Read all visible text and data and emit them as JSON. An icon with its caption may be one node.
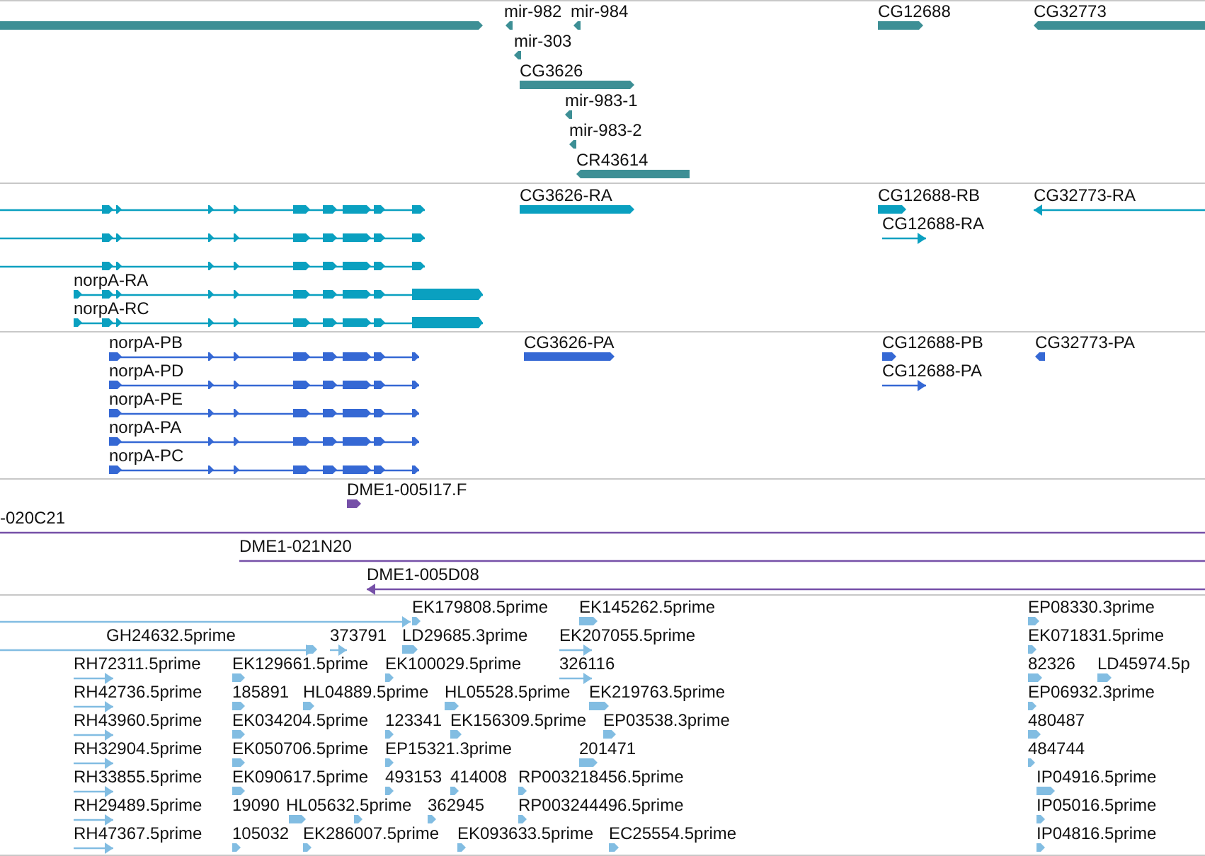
{
  "diagram": {
    "labels": [
      "mir-982",
      "mir-984",
      "CG12688",
      "CG32773",
      "mir-303",
      "CG3626",
      "mir-983-1",
      "mir-983-2",
      "CR43614",
      "CG3626-RA",
      "CG12688-RB",
      "CG32773-RA",
      "CG12688-RA",
      "norpA-RA",
      "norpA-RC",
      "norpA-PB",
      "CG3626-PA",
      "CG12688-PB",
      "CG32773-PA",
      "norpA-PD",
      "CG12688-PA",
      "norpA-PE",
      "norpA-PA",
      "norpA-PC",
      "DME1-005I17.F",
      "-020C21",
      "DME1-021N20",
      "DME1-005D08",
      "EK179808.5prime",
      "EK145262.5prime",
      "EP08330.3prime",
      "GH24632.5prime",
      "373791",
      "LD29685.3prime",
      "EK207055.5prime",
      "EK071831.5prime",
      "RH72311.5prime",
      "EK129661.5prime",
      "EK100029.5prime",
      "326116",
      "82326",
      "LD45974.5p",
      "RH42736.5prime",
      "185891",
      "HL04889.5prime",
      "HL05528.5prime",
      "EK219763.5prime",
      "EP06932.3prime",
      "RH43960.5prime",
      "EK034204.5prime",
      "123341",
      "EK156309.5prime",
      "EP03538.3prime",
      "480487",
      "RH32904.5prime",
      "EK050706.5prime",
      "EP15321.3prime",
      "201471",
      "484744",
      "RH33855.5prime",
      "EK090617.5prime",
      "493153",
      "414008",
      "RP003218456.5prime",
      "IP04916.5prime",
      "RH29489.5prime",
      "19090",
      "HL05632.5prime",
      "362945",
      "RP003244496.5prime",
      "IP05016.5prime",
      "RH47367.5prime",
      "105032",
      "EK286007.5prime",
      "EK093633.5prime",
      "EC25554.5prime",
      "IP04816.5prime"
    ]
  }
}
